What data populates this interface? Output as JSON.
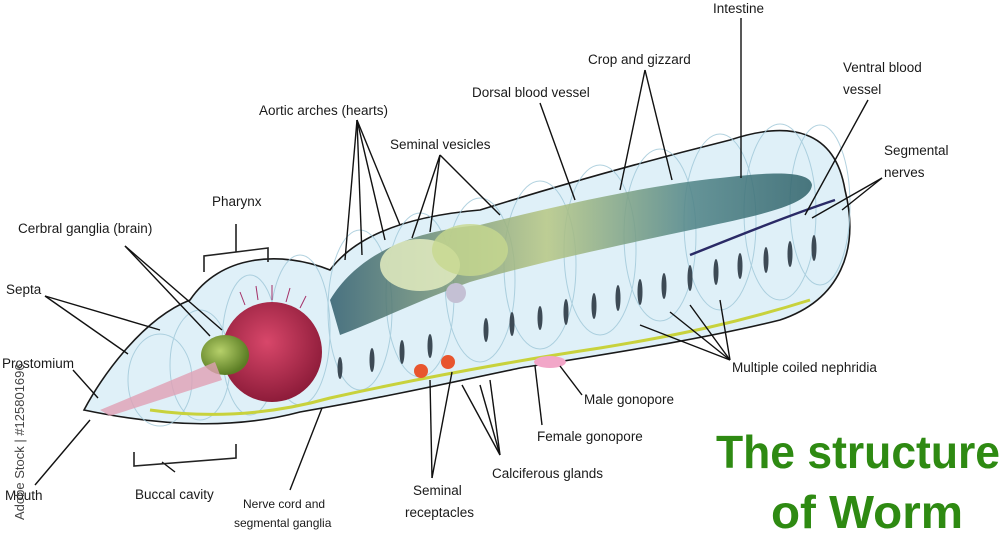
{
  "title": {
    "line1": "The structure",
    "line2": "of Worm"
  },
  "labels": {
    "intestine": "Intestine",
    "crop_gizzard": "Crop and gizzard",
    "ventral_blood_vessel_1": "Ventral blood",
    "ventral_blood_vessel_2": "vessel",
    "dorsal_blood_vessel": "Dorsal blood vessel",
    "aortic_arches": "Aortic arches (hearts)",
    "seminal_vesicles": "Seminal vesicles",
    "segmental_nerves_1": "Segmental",
    "segmental_nerves_2": "nerves",
    "pharynx": "Pharynx",
    "cerebral_ganglia": "Cerbral ganglia (brain)",
    "septa": "Septa",
    "prostomium": "Prostomium",
    "multiple_nephridia": "Multiple coiled nephridia",
    "male_gonopore": "Male gonopore",
    "female_gonopore": "Female gonopore",
    "calciferous_glands": "Calciferous glands",
    "seminal_receptacles_1": "Seminal",
    "seminal_receptacles_2": "receptacles",
    "nerve_cord_1": "Nerve cord and",
    "nerve_cord_2": "segmental ganglia",
    "buccal_cavity": "Buccal cavity",
    "mouth": "Mouth"
  },
  "watermark": "Adobe Stock | #125801696",
  "colors": {
    "title": "#2e8a12",
    "body_fill": "#dff0f8",
    "body_outline": "#1a1a1a",
    "pharynx": "#b3254a",
    "brain": "#7da23a",
    "nerve": "#c8d23c",
    "gut_dark": "#3f6f7c",
    "gut_light": "#c9d98f",
    "receptacle": "#e8552e",
    "gonopore": "#f2a6c8"
  }
}
